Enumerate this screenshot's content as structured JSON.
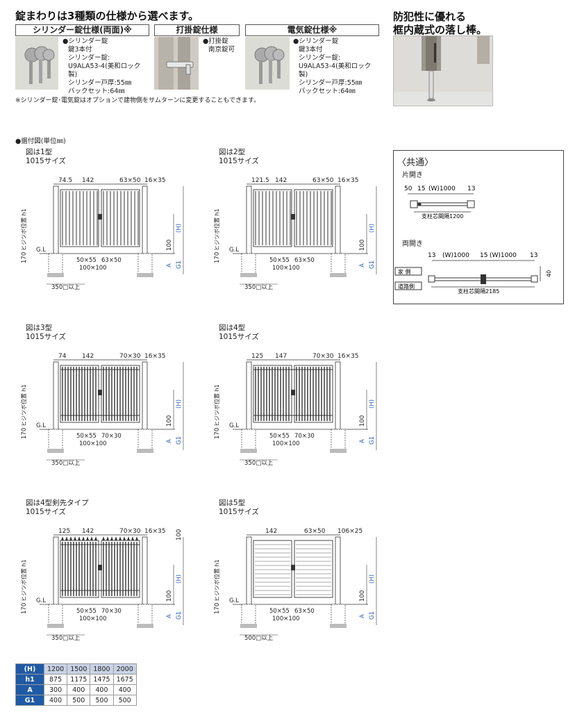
{
  "header": {
    "title": "錠まわりは3種類の仕様から選べます。",
    "security_title_line1": "防犯性に優れる",
    "security_title_line2": "框内蔵式の落し棒。"
  },
  "locks": [
    {
      "name": "シリンダー錠仕様(両面)※",
      "lines": [
        "●シリンダー錠",
        "鍵3本付",
        "シリンダー錠:",
        "U9ALA53-4(美和ロック製)",
        "シリンダー戸厚:55㎜",
        "バックセット:64㎜"
      ]
    },
    {
      "name": "打掛錠仕様",
      "lines": [
        "●打掛錠",
        "南京錠可"
      ]
    },
    {
      "name": "電気錠仕様※",
      "lines": [
        "●シリンダー錠",
        "鍵3本付",
        "シリンダー錠:",
        "U9ALA53-4(美和ロック製)",
        "シリンダー戸厚:55㎜",
        "バックセット:64㎜"
      ]
    }
  ],
  "note": "※シリンダー錠･電気錠はオプションで建物側をサムターンに変更することもできます。",
  "section_label": "●据付図(単位㎜)",
  "diagrams": [
    {
      "title": "図は1型",
      "size": "1015サイズ",
      "top": [
        "74.5",
        "142",
        "63×50",
        "16×35"
      ],
      "bottom": [
        "50×55",
        "63×50",
        "100×100"
      ],
      "base": "350□以上"
    },
    {
      "title": "図は2型",
      "size": "1015サイズ",
      "top": [
        "121.5",
        "142",
        "63×50",
        "16×35"
      ],
      "bottom": [
        "50×55",
        "63×50",
        "100×100"
      ],
      "base": "350□以上"
    },
    {
      "title": "図は3型",
      "size": "1015サイズ",
      "top": [
        "74",
        "142",
        "70×30",
        "16×35"
      ],
      "bottom": [
        "50×55",
        "70×30",
        "100×100"
      ],
      "base": "350□以上"
    },
    {
      "title": "図は4型",
      "size": "1015サイズ",
      "top": [
        "125",
        "147",
        "70×30",
        "16×35"
      ],
      "bottom": [
        "50×55",
        "70×30",
        "100×100"
      ],
      "base": "350□以上"
    },
    {
      "title": "図は4型剣先タイプ",
      "size": "1015サイズ",
      "top": [
        "125",
        "142",
        "70×30",
        "16×35"
      ],
      "bottom": [
        "50×55",
        "70×30",
        "100×100"
      ],
      "base": "350□以上",
      "topright": "100"
    },
    {
      "title": "図は5型",
      "size": "1015サイズ",
      "top": [
        "142",
        "63×50",
        "106×25"
      ],
      "bottom": [
        "50×55",
        "63×50",
        "100×100"
      ],
      "base": "500□以上"
    }
  ],
  "diagram_side": {
    "hinge": "ヒジツボ位置 h1",
    "gl": "G.L",
    "v170": "170",
    "H": "(H)",
    "v100": "100",
    "A": "A",
    "G1": "G1"
  },
  "common": {
    "title": "〈共通〉",
    "single_label": "片開き",
    "single_dims": [
      "50",
      "15",
      "(W)1000",
      "13"
    ],
    "single_center": "支柱芯間隔1200",
    "double_label": "両開き",
    "double_dims": [
      "13",
      "(W)1000",
      "15",
      "(W)1000",
      "13"
    ],
    "double_center": "支柱芯間隔2185",
    "house_side": "家 側",
    "road_side": "道路側",
    "depth": "40"
  },
  "spec_table": {
    "rows": [
      {
        "label": "(H)",
        "values": [
          "1200",
          "1500",
          "1800",
          "2000"
        ]
      },
      {
        "label": "h1",
        "values": [
          "875",
          "1175",
          "1475",
          "1675"
        ]
      },
      {
        "label": "A",
        "values": [
          "300",
          "400",
          "400",
          "400"
        ]
      },
      {
        "label": "G1",
        "values": [
          "400",
          "500",
          "500",
          "500"
        ]
      }
    ]
  },
  "colors": {
    "accent": "#1f5aa6",
    "dim_blue": "#2a63b5",
    "line": "#333333"
  }
}
